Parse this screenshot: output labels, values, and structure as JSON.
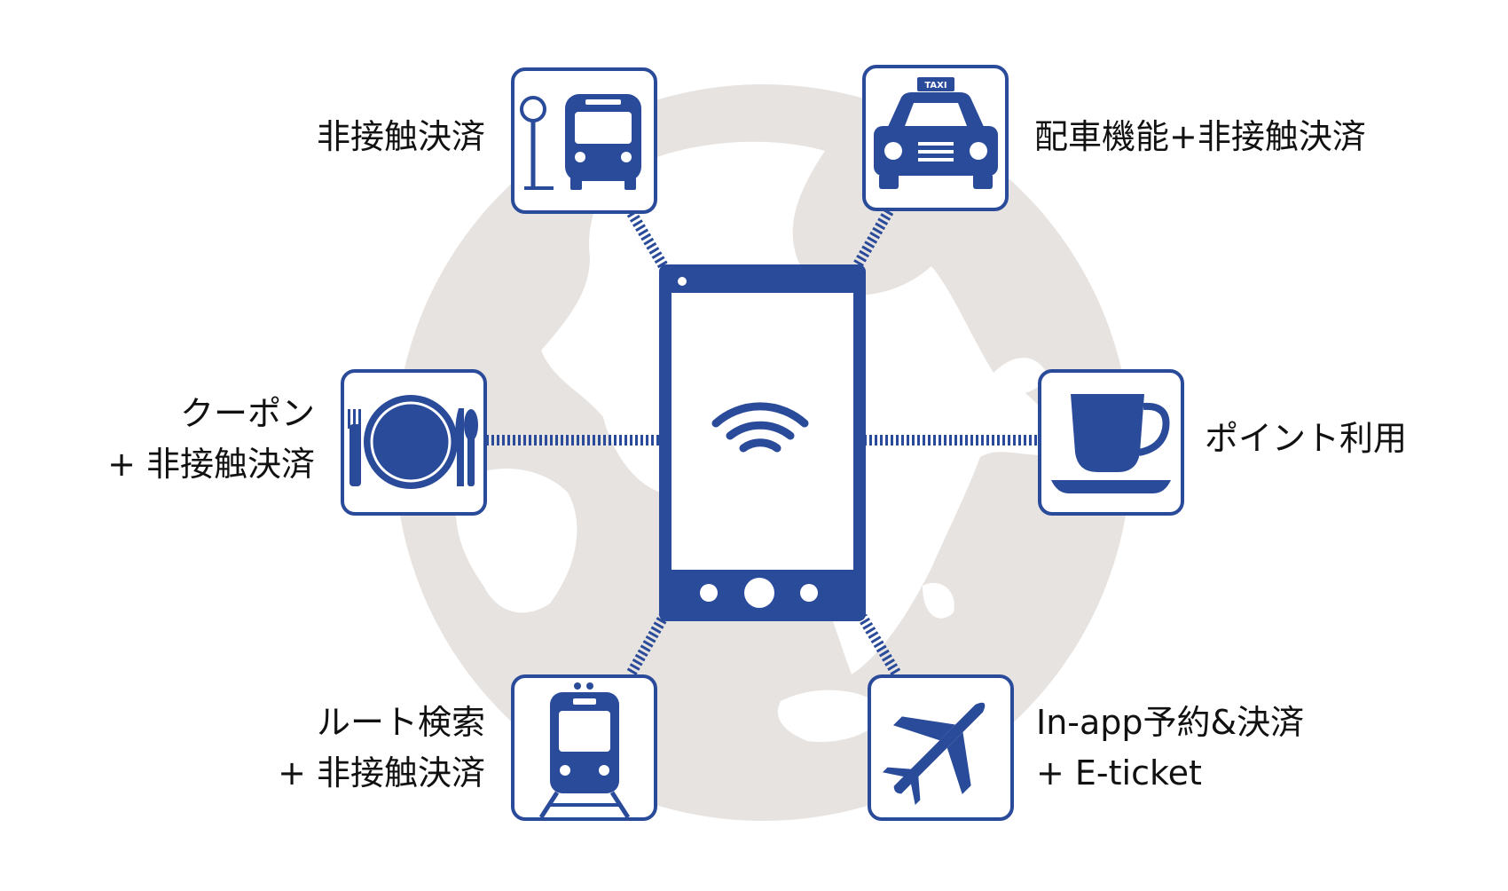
{
  "colors": {
    "accent": "#2a4a9a",
    "globe": "#e7e3e0",
    "land": "#ffffff",
    "text": "#111111"
  },
  "center": {
    "device": "smartphone",
    "icon": "wifi-icon"
  },
  "services": [
    {
      "id": "bus",
      "icon": "bus-stop-icon",
      "lines": [
        "非接触決済"
      ]
    },
    {
      "id": "taxi",
      "icon": "taxi-icon",
      "badge": "TAXI",
      "lines": [
        "配車機能+非接触決済"
      ]
    },
    {
      "id": "food",
      "icon": "plate-cutlery-icon",
      "lines": [
        "クーポン",
        "+ 非接触決済"
      ]
    },
    {
      "id": "cafe",
      "icon": "coffee-cup-icon",
      "lines": [
        "ポイント利用"
      ]
    },
    {
      "id": "train",
      "icon": "train-icon",
      "lines": [
        "ルート検索",
        "+ 非接触決済"
      ]
    },
    {
      "id": "plane",
      "icon": "airplane-icon",
      "lines": [
        "In-app予約&決済",
        "+ E-ticket"
      ]
    }
  ]
}
